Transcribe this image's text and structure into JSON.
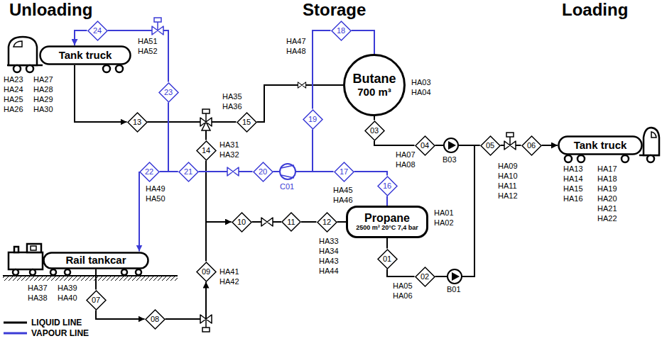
{
  "diagram": {
    "nodes": [
      {
        "text": [
          "Tank truck"
        ]
      },
      {
        "text": [
          "24"
        ]
      },
      {
        "text": [
          "23"
        ]
      },
      {
        "text": [
          "13"
        ]
      },
      {
        "text": [
          "14"
        ]
      },
      {
        "text": [
          "15"
        ]
      },
      {
        "text": [
          "18"
        ]
      },
      {
        "text": [
          "19"
        ]
      },
      {
        "text": [
          "Butane",
          "700 m³"
        ]
      },
      {
        "text": [
          "03"
        ]
      },
      {
        "text": [
          "04"
        ]
      },
      {
        "text": [
          "05"
        ]
      },
      {
        "text": [
          "06"
        ]
      },
      {
        "text": [
          "Tank truck"
        ]
      },
      {
        "text": [
          "22"
        ]
      },
      {
        "text": [
          "21"
        ]
      },
      {
        "text": [
          "20"
        ]
      },
      {
        "text": [
          "17"
        ]
      },
      {
        "text": [
          "16"
        ]
      },
      {
        "text": [
          "10"
        ]
      },
      {
        "text": [
          "11"
        ]
      },
      {
        "text": [
          "12"
        ]
      },
      {
        "text": [
          "Propane",
          "2500 m³ 20°C 7,4 bar"
        ]
      },
      {
        "text": [
          "01"
        ]
      },
      {
        "text": [
          "02"
        ]
      },
      {
        "text": [
          "Rail tankcar"
        ]
      },
      {
        "text": [
          "07"
        ]
      },
      {
        "text": [
          "08"
        ]
      },
      {
        "text": [
          "09"
        ]
      }
    ],
    "edges": [
      {
        "from": 0,
        "to": 3,
        "arrow": "to"
      },
      {
        "from": 3,
        "to": 4,
        "arrow": "none"
      },
      {
        "from": 3,
        "to": 5,
        "arrow": "none"
      },
      {
        "from": 5,
        "to": 8,
        "arrow": "none"
      },
      {
        "from": 4,
        "to": 19,
        "arrow": "to"
      },
      {
        "from": 28,
        "to": 19,
        "arrow": "to"
      },
      {
        "from": 19,
        "to": 20,
        "arrow": "none"
      },
      {
        "from": 20,
        "to": 21,
        "arrow": "none"
      },
      {
        "from": 21,
        "to": 22,
        "arrow": "none"
      },
      {
        "from": 25,
        "to": 26,
        "arrow": "none"
      },
      {
        "from": 26,
        "to": 27,
        "arrow": "to"
      },
      {
        "from": 27,
        "to": 28,
        "arrow": "to"
      },
      {
        "from": 8,
        "to": 9,
        "arrow": "none"
      },
      {
        "from": 9,
        "to": 10,
        "arrow": "none"
      },
      {
        "from": 10,
        "to": 11,
        "arrow": "none"
      },
      {
        "from": 11,
        "to": 12,
        "arrow": "none"
      },
      {
        "from": 12,
        "to": 13,
        "arrow": "to"
      },
      {
        "from": 22,
        "to": 23,
        "arrow": "none"
      },
      {
        "from": 23,
        "to": 24,
        "arrow": "none"
      },
      {
        "from": 24,
        "to": 11,
        "arrow": "none"
      },
      {
        "from": 8,
        "to": 6,
        "arrow": "none"
      },
      {
        "from": 6,
        "to": 7,
        "arrow": "none"
      },
      {
        "from": 7,
        "to": 16,
        "arrow": "none"
      },
      {
        "from": 22,
        "to": 18,
        "arrow": "none"
      },
      {
        "from": 18,
        "to": 17,
        "arrow": "none"
      },
      {
        "from": 17,
        "to": 16,
        "arrow": "none"
      },
      {
        "from": 16,
        "to": 15,
        "arrow": "none"
      },
      {
        "from": 15,
        "to": 14,
        "arrow": "none"
      },
      {
        "from": 15,
        "to": 2,
        "arrow": "none"
      },
      {
        "from": 14,
        "to": 25,
        "arrow": "to"
      },
      {
        "from": 2,
        "to": 1,
        "arrow": "none"
      },
      {
        "from": 1,
        "to": 0,
        "arrow": "to"
      }
    ],
    "labels": [
      "Unloading",
      "Storage",
      "Loading",
      "HA23",
      "HA24",
      "HA25",
      "HA26",
      "HA27",
      "HA28",
      "HA29",
      "HA30",
      "HA51",
      "HA52",
      "HA47",
      "HA48",
      "HA35",
      "HA36",
      "HA03",
      "HA04",
      "HA31",
      "HA32",
      "HA07",
      "HA08",
      "HA09",
      "HA10",
      "HA11",
      "HA12",
      "HA13",
      "HA14",
      "HA15",
      "HA16",
      "HA17",
      "HA18",
      "HA19",
      "HA20",
      "HA21",
      "HA22",
      "HA45",
      "HA46",
      "C01",
      "HA49",
      "HA50",
      "HA01",
      "HA02",
      "HA33",
      "HA34",
      "HA43",
      "HA44",
      "B03",
      "B01",
      "HA05",
      "HA06",
      "HA37",
      "HA39",
      "HA38",
      "HA40",
      "HA41",
      "HA42"
    ],
    "legend": [
      {
        "text": "LIQUID LINE"
      },
      {
        "text": "VAPOUR LINE"
      }
    ]
  }
}
